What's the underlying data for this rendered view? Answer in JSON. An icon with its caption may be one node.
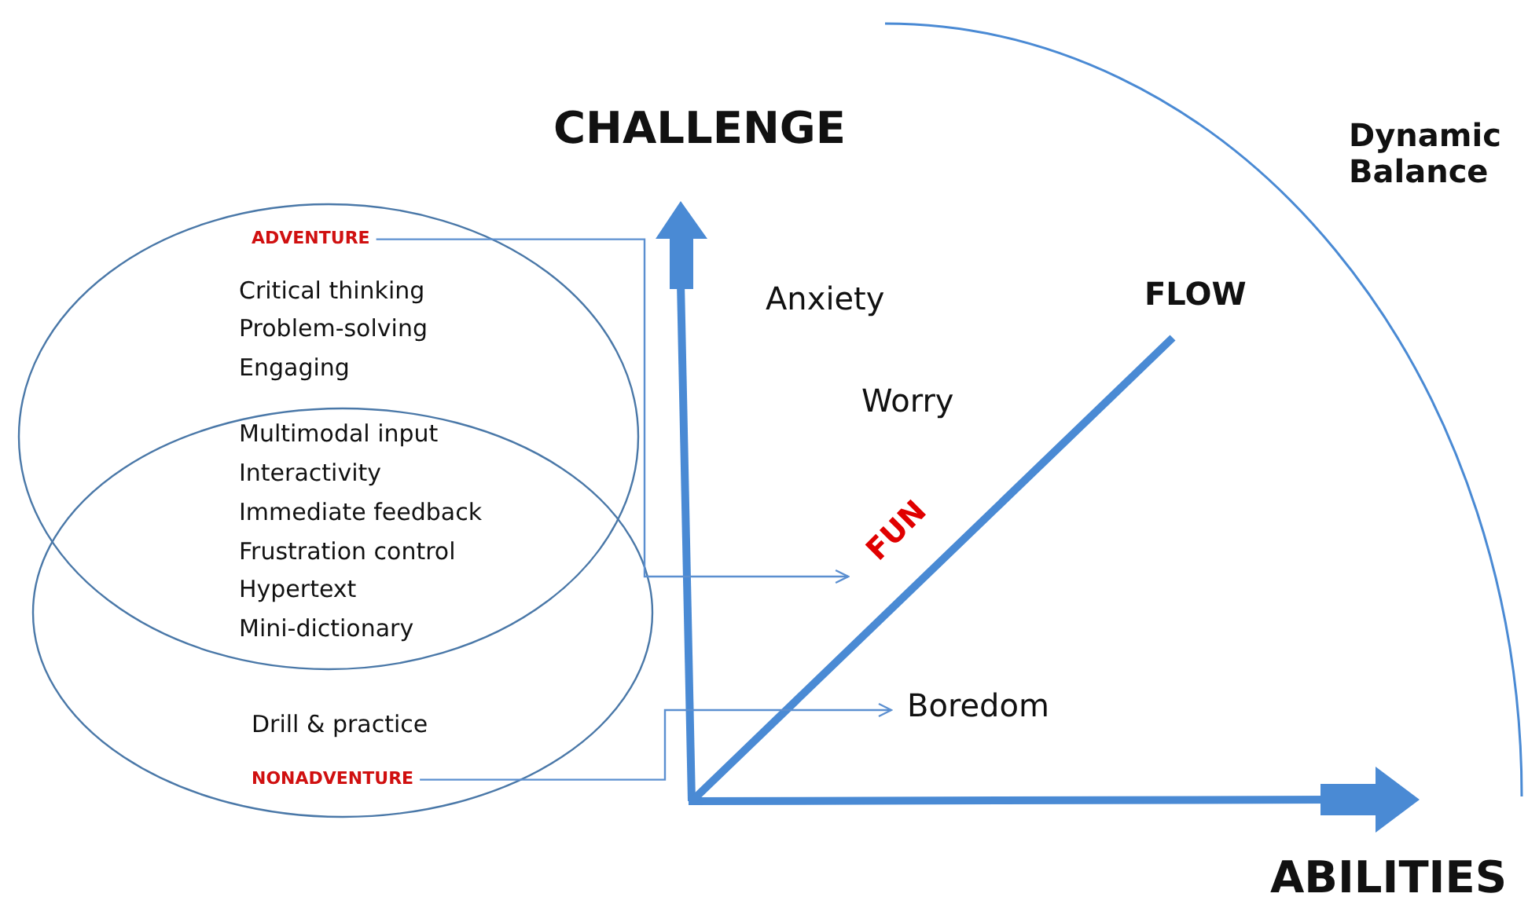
{
  "diagram": {
    "nodes": [
      {
        "text": [
          "ADVENTURE"
        ]
      },
      {
        "text": [
          "NONADVENTURE"
        ]
      },
      {
        "text": [
          "FUN"
        ]
      },
      {
        "text": [
          "Boredom"
        ]
      }
    ],
    "edges": [
      {
        "from": 0,
        "to": 2,
        "arrow": "to"
      },
      {
        "from": 1,
        "to": 3,
        "arrow": "to"
      }
    ],
    "labels": [
      "CHALLENGE",
      "Dynamic Balance",
      "Critical thinking",
      "Problem-solving",
      "Engaging",
      "Multimodal input",
      "Interactivity",
      "Immediate feedback",
      "Frustration control",
      "Hypertext",
      "Mini-dictionary",
      "Drill & practice",
      "Anxiety",
      "Worry",
      "FLOW",
      "ABILITIES"
    ]
  }
}
